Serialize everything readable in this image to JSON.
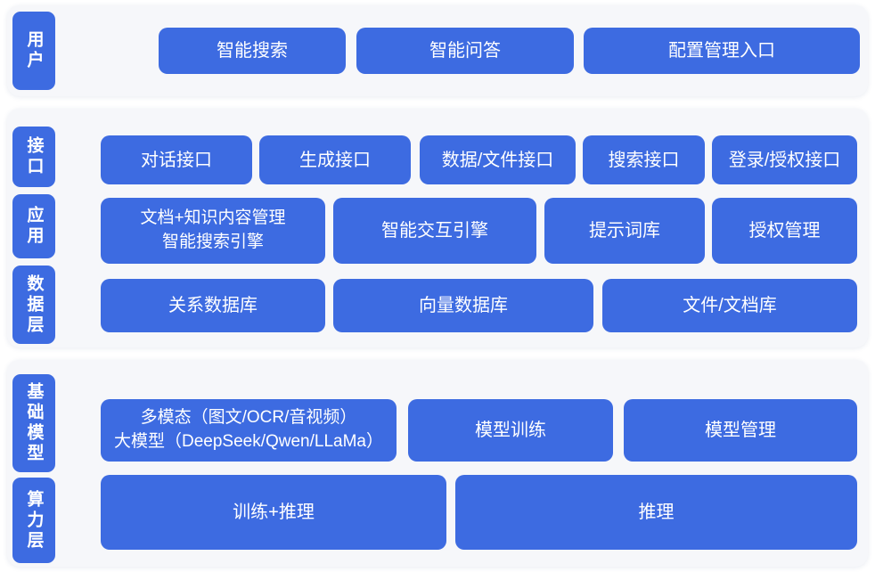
{
  "colors": {
    "accent": "#3D6BE1",
    "panel_bg": "#F6F7FA",
    "text_on_accent": "#FFFFFF",
    "page_bg": "#FFFFFF"
  },
  "layers": {
    "user": {
      "tab": "用户",
      "buttons": {
        "search": "智能搜索",
        "qa": "智能问答",
        "config_entry": "配置管理入口"
      }
    },
    "interface": {
      "tab": "接口",
      "buttons": {
        "dialog": "对话接口",
        "generate": "生成接口",
        "data_file": "数据/文件接口",
        "search": "搜索接口",
        "login_auth": "登录/授权接口"
      }
    },
    "application": {
      "tab": "应用",
      "buttons": {
        "doc_knowledge": {
          "line1": "文档+知识内容管理",
          "line2": "智能搜索引擎"
        },
        "interaction_engine": "智能交互引擎",
        "prompt_library": "提示词库",
        "auth_management": "授权管理"
      }
    },
    "data": {
      "tab": "数据层",
      "buttons": {
        "relational_db": "关系数据库",
        "vector_db": "向量数据库",
        "file_doc_store": "文件/文档库"
      }
    },
    "foundation": {
      "tab": "基础模型",
      "buttons": {
        "multimodal": {
          "line1": "多模态（图文/OCR/音视频）",
          "line2": "大模型（DeepSeek/Qwen/LLaMa）"
        },
        "model_training": "模型训练",
        "model_management": "模型管理"
      }
    },
    "compute": {
      "tab": "算力层",
      "buttons": {
        "train_infer": "训练+推理",
        "inference": "推理"
      }
    }
  }
}
